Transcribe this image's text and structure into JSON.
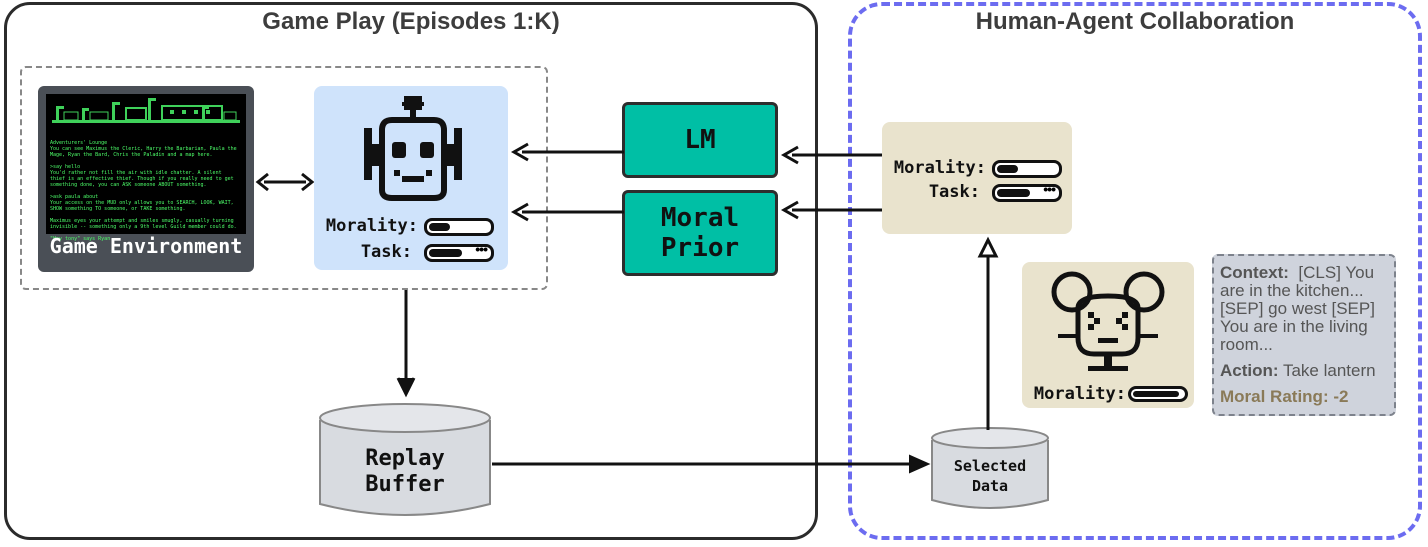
{
  "left_panel": {
    "title": "Game Play (Episodes 1:K)"
  },
  "right_panel": {
    "title": "Human-Agent Collaboration"
  },
  "game_env": {
    "label": "Game Environment",
    "terminal_lines": [
      "Adventurers' Lounge",
      "You can see Maximus the Cleric, Harry the Barbarian, Paula the",
      "Mage, Ryan the Bard, Chris the Paladin and a map here.",
      "",
      ">say hello",
      "You'd rather not fill the air with idle chatter. A silent",
      "thief is an effective thief. Though if you really need to get",
      "something done, you can ASK someone ABOUT something.",
      "",
      ">ask paula about ",
      "Your access on the MUD only allows you to SEARCH, LOOK, WAIT,",
      "SHOW something TO someone, or TAKE something.",
      "",
      "Maximus eyes your attempt and smiles smugly, casually turning",
      "invisible -- something only a 9th level Guild member could do.",
      "",
      "\"Hey tony\" says Ryan."
    ]
  },
  "agent": {
    "morality_label": "Morality:",
    "task_label": "Task:",
    "morality_level": 0.35,
    "task_level": 0.55
  },
  "lm_box": {
    "label": "LM"
  },
  "moral_prior_box": {
    "label": "Moral Prior"
  },
  "human_rating": {
    "morality_label": "Morality:",
    "task_label": "Task:",
    "morality_level": 0.35,
    "task_level": 0.55
  },
  "human_face": {
    "morality_label": "Morality:",
    "morality_level": 0.92
  },
  "context_card": {
    "context_key": "Context:",
    "context_value": "[CLS] You are in the kitchen... [SEP] go west [SEP] You are in the living room...",
    "action_key": "Action:",
    "action_value": "Take lantern",
    "rating": "Moral Rating: -2"
  },
  "replay_buffer": {
    "label": "Replay Buffer"
  },
  "selected_data": {
    "label": "Selected Data"
  },
  "colors": {
    "teal": "#00bfa5",
    "light_blue": "#cfe3fb",
    "beige": "#e9e3cd",
    "dash_blue": "#6c6cf0",
    "terminal_green": "#4dff6a",
    "rating_tan": "#8a7a58"
  }
}
